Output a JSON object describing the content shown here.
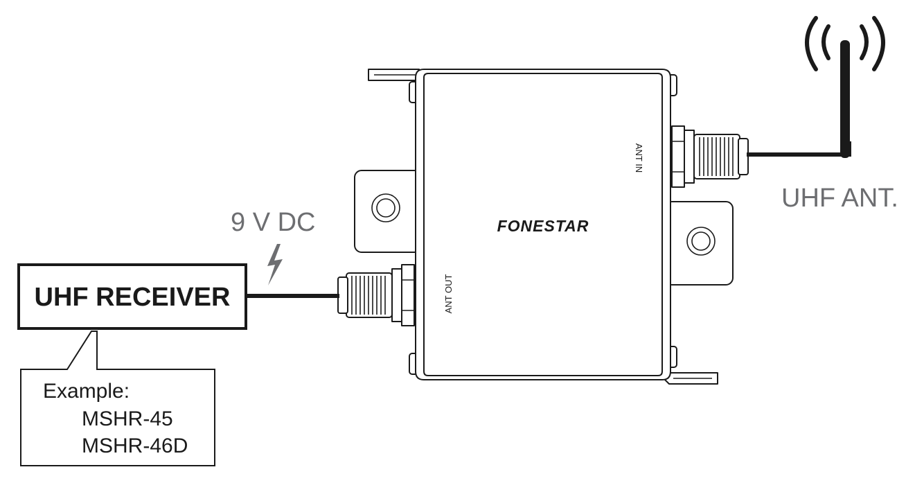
{
  "receiver": {
    "label": "UHF RECEIVER"
  },
  "callout": {
    "heading": "Example:",
    "models": [
      "MSHR-45",
      "MSHR-46D"
    ]
  },
  "power": {
    "label": "9 V DC"
  },
  "antenna": {
    "label": "UHF ANT."
  },
  "device": {
    "brand": "FONESTAR",
    "port_out_label": "ANT OUT",
    "port_in_label": "ANT IN"
  },
  "colors": {
    "line": "#1a1a1a",
    "label_grey": "#6d6e71",
    "bolt": "#6d6e71"
  },
  "icons": {
    "power": "lightning-bolt-icon",
    "antenna": "antenna-waves-icon"
  }
}
